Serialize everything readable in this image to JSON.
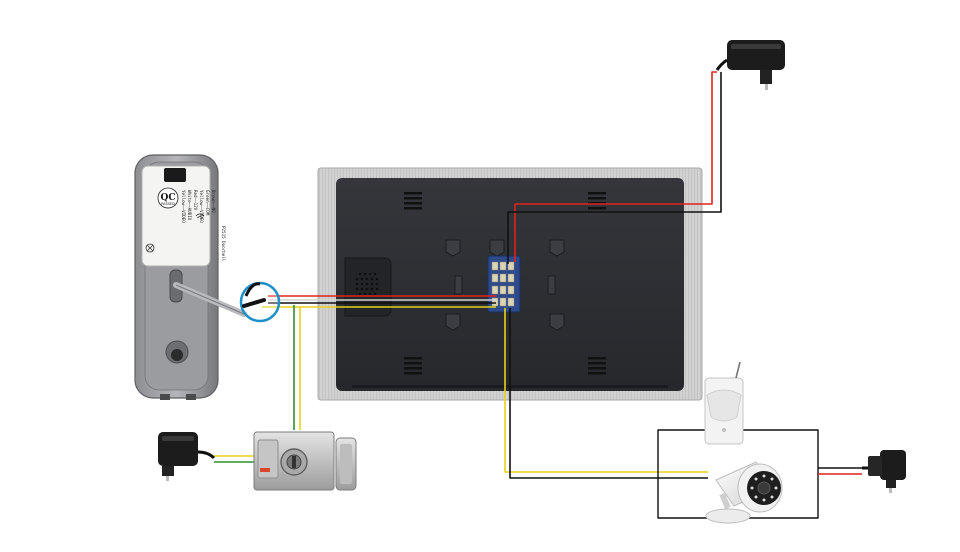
{
  "doorbell": {
    "badge_text": "QC",
    "badge_sub": "PASSED",
    "label_left": [
      "Red——12V",
      "White——AUDIO",
      "Yellow——VIDEO"
    ],
    "label_right": [
      "Yellow——VIDEO",
      "Green——COM",
      "Brown——NO"
    ],
    "label_id": "P2515 Doorbell"
  },
  "colors": {
    "red_wire": "#e0231b",
    "black_wire": "#111111",
    "yellow_wire": "#e6d21a",
    "green_wire": "#2f8f2f",
    "white_wire": "#d9d9d9",
    "monitor_frame": "#c9c9c9",
    "monitor_back": "#2b2d31",
    "terminal_block": "#2c4a8c"
  }
}
